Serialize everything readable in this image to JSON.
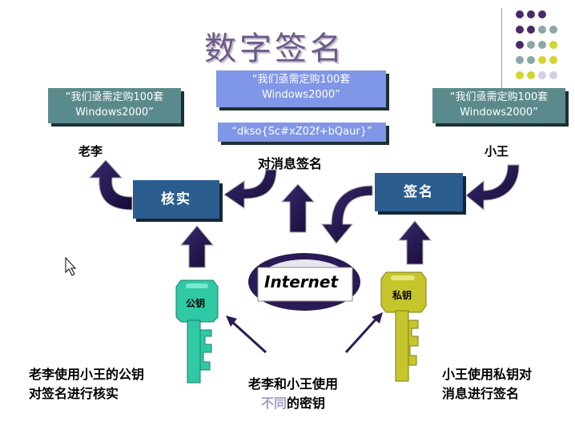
{
  "title": "数字签名",
  "messages": {
    "left_line1": "“我们亟需定购100套",
    "left_line2": "Windows2000”",
    "center_line1": "“我们亟需定购100套",
    "center_line2": "Windows2000”",
    "right_line1": "“我们亟需定购100套",
    "right_line2": "Windows2000”",
    "signature": "“dkso{Sc#xZ02f+bQaur}”"
  },
  "labels": {
    "lao_li": "老李",
    "xiao_wang": "小王",
    "sign_message": "对消息签名",
    "verify_box": "核实",
    "sign_box": "签名",
    "internet": "Internet",
    "public_key": "公钥",
    "private_key": "私钥"
  },
  "captions": {
    "left_line1": "老李使用小王的公钥",
    "left_line2": "对签名进行核实",
    "center_line1": "老李和小王使用",
    "center_line2_highlight": "不同",
    "center_line2_rest": "的密钥",
    "right_line1": "小王使用私钥对",
    "right_line2": "消息进行签名"
  },
  "colors": {
    "title": "#6c5a86",
    "message_box": "#5b8a8c",
    "message_center": "#8096e6",
    "process_box": "#2b5d8e",
    "arrow": "#2a1a55",
    "public_key": "#2fc9a6",
    "private_key": "#c6c62c",
    "highlight_text": "#a0a0c8"
  },
  "decor_dots": [
    "#4a2a6a",
    "#4a2a6a",
    "#4a2a6a",
    "#ffffff",
    "#4a2a6a",
    "#4a2a6a",
    "#8aa8a8",
    "#8aa8a8",
    "#4a2a6a",
    "#8aa8a8",
    "#8aa8a8",
    "#d4d430",
    "#8aa8a8",
    "#8aa8a8",
    "#d4d430",
    "#d4d430",
    "#d4d430",
    "#d4d430",
    "#d0d0e0",
    "#d0d0e0"
  ]
}
